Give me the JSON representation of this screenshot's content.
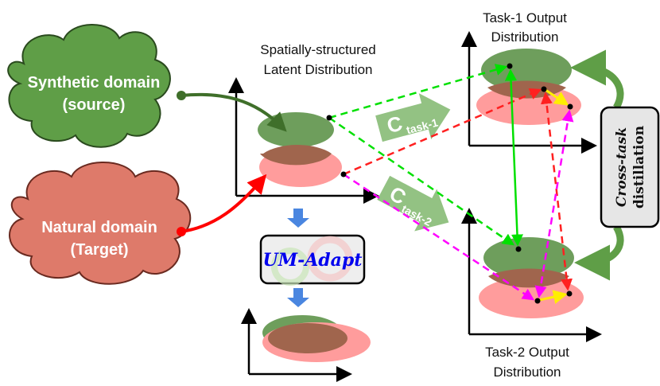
{
  "source_cloud": {
    "line1": "Synthetic domain",
    "line2": "(source)",
    "color": "#5f9e47"
  },
  "target_cloud": {
    "line1": "Natural domain",
    "line2": "(Target)",
    "color": "#de7a6a"
  },
  "latent": {
    "line1": "Spatially-structured",
    "line2": "Latent Distribution"
  },
  "task1_output": {
    "line1": "Task-1 Output",
    "line2": "Distribution"
  },
  "task2_output": {
    "line1": "Task-2 Output",
    "line2": "Distribution"
  },
  "um_adapt": {
    "label": "UM-Adapt"
  },
  "task1_head": {
    "main": "C",
    "sub": "task-1"
  },
  "task2_head": {
    "main": "C",
    "sub": "task-2"
  },
  "distill": {
    "line1": "Cross-task",
    "line2": "distillation"
  },
  "colors": {
    "green_ellipse": "#6e9e5c",
    "red_ellipse": "#ff9c9c",
    "overlap": "#a0654d",
    "arrow_blue": "#4a86e0",
    "head_green": "#93c283"
  }
}
